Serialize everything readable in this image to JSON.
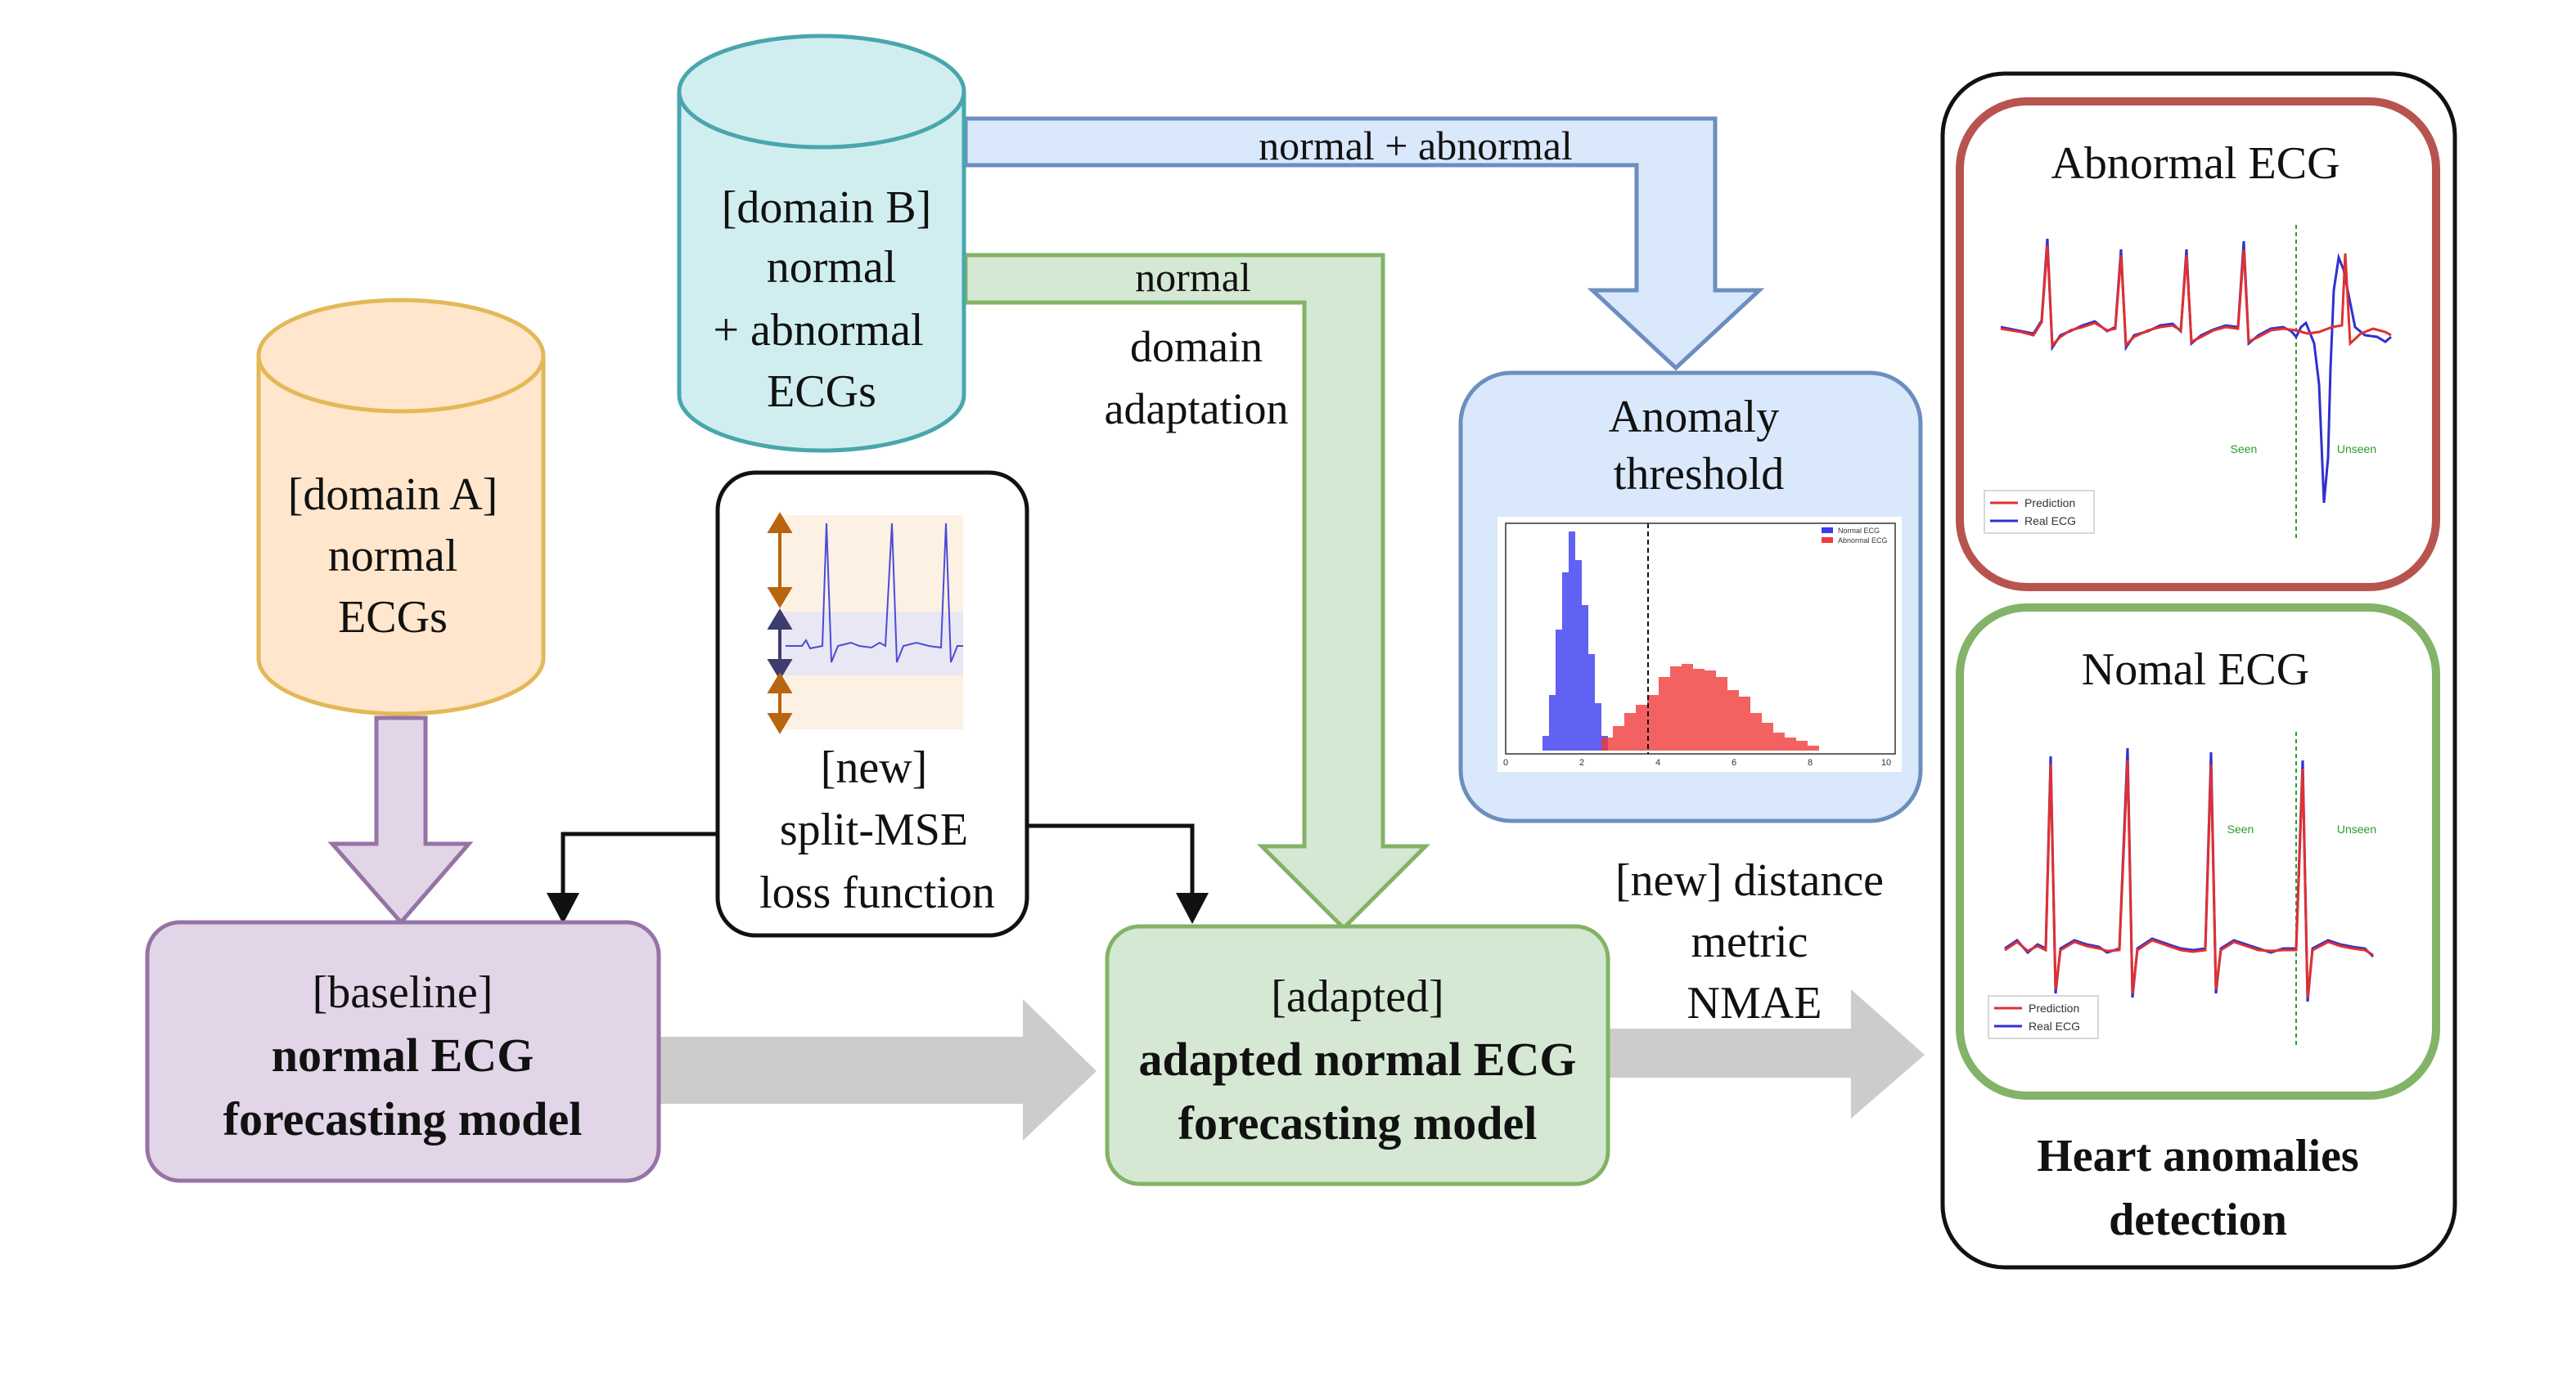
{
  "domain_a": {
    "line1": "[domain A]",
    "line2": "normal",
    "line3": "ECGs"
  },
  "domain_b": {
    "line1": "[domain B]",
    "line2": "normal",
    "line3": "+ abnormal",
    "line4": "ECGs"
  },
  "arrows": {
    "normal_abnormal": "normal + abnormal",
    "normal": "normal",
    "domain_adaptation_1": "domain",
    "domain_adaptation_2": "adaptation"
  },
  "split_mse": {
    "line1": "[new]",
    "line2": "split-MSE",
    "line3": "loss function"
  },
  "baseline": {
    "tag": "[baseline]",
    "line1": "normal ECG",
    "line2": "forecasting model"
  },
  "adapted": {
    "tag": "[adapted]",
    "line1": "adapted normal ECG",
    "line2": "forecasting model"
  },
  "distance": {
    "line1": "[new] distance",
    "line2": "metric",
    "line3": "NMAE"
  },
  "anomaly": {
    "title1": "Anomaly",
    "title2": "threshold",
    "hist": {
      "x_ticks": [
        "0",
        "2",
        "4",
        "6",
        "8",
        "10"
      ],
      "legend": [
        "Normal ECG",
        "Abnormal ECG"
      ],
      "colors": {
        "normal": "#3a3af0",
        "abnormal": "#f03a3a"
      }
    }
  },
  "detection": {
    "title1": "Heart anomalies",
    "title2": "detection",
    "abnormal_title": "Abnormal ECG",
    "normal_title": "Nomal ECG",
    "seen": "Seen",
    "unseen": "Unseen",
    "legend_prediction": "Prediction",
    "legend_real": "Real ECG"
  },
  "colors": {
    "purple_fill": "#e1d5e7",
    "purple_stroke": "#9673a6",
    "green_fill": "#d5e8d4",
    "green_stroke": "#82b366",
    "blue_fill": "#dae8fc",
    "blue_stroke": "#6c8ebf",
    "cyan_fill": "#d0eef0",
    "cyan_stroke": "#4aa6ad",
    "orange_fill": "#ffe6cc",
    "orange_stroke": "#e3b857",
    "red_stroke": "#b85450",
    "gray_arrow": "#cccccc"
  }
}
